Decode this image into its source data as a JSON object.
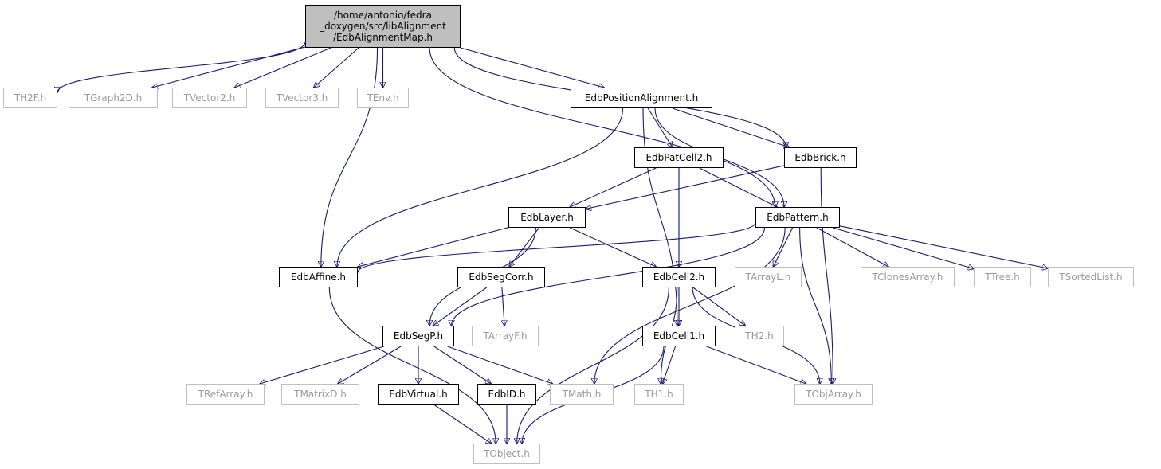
{
  "diagram": {
    "root": "/home/antonio/fedra_doxygen/src/libAlignment/EdbAlignmentMap.h",
    "colors": {
      "edge": "#191970",
      "root_fill": "#bfbfbf",
      "external_border": "#bfbfbf",
      "external_text": "#9a9a9a"
    },
    "nodes": {
      "root": {
        "lines": [
          "/home/antonio/fedra",
          "_doxygen/src/libAlignment",
          "/EdbAlignmentMap.h"
        ]
      },
      "th2f": "TH2F.h",
      "tgraph2d": "TGraph2D.h",
      "tvector2": "TVector2.h",
      "tvector3": "TVector3.h",
      "tenv": "TEnv.h",
      "edbpositionalignment": "EdbPositionAlignment.h",
      "edbpatcell2": "EdbPatCell2.h",
      "edbbrick": "EdbBrick.h",
      "edblayer": "EdbLayer.h",
      "edbpattern": "EdbPattern.h",
      "edbaffine": "EdbAffine.h",
      "edbsegcorr": "EdbSegCorr.h",
      "edbcell2": "EdbCell2.h",
      "tarrayl": "TArrayL.h",
      "tclonesarray": "TClonesArray.h",
      "ttree": "TTree.h",
      "tsortedlist": "TSortedList.h",
      "edbsegp": "EdbSegP.h",
      "tarrayf": "TArrayF.h",
      "edbcell1": "EdbCell1.h",
      "th2": "TH2.h",
      "trefarray": "TRefArray.h",
      "tmatrixd": "TMatrixD.h",
      "edbvirtual": "EdbVirtual.h",
      "edbid": "EdbID.h",
      "tmath": "TMath.h",
      "th1": "TH1.h",
      "tobjarray": "TObjArray.h",
      "tobject": "TObject.h"
    },
    "edges": [
      [
        "root",
        "th2f"
      ],
      [
        "root",
        "tgraph2d"
      ],
      [
        "root",
        "tvector2"
      ],
      [
        "root",
        "tvector3"
      ],
      [
        "root",
        "tenv"
      ],
      [
        "root",
        "edbaffine"
      ],
      [
        "root",
        "edbpositionalignment"
      ],
      [
        "root",
        "edbbrick"
      ],
      [
        "root",
        "edbpattern"
      ],
      [
        "edbpositionalignment",
        "edbpatcell2"
      ],
      [
        "edbpositionalignment",
        "edbbrick"
      ],
      [
        "edbpositionalignment",
        "edbpattern"
      ],
      [
        "edbpositionalignment",
        "edbaffine"
      ],
      [
        "edbpositionalignment",
        "edbcell1"
      ],
      [
        "edbpatcell2",
        "edblayer"
      ],
      [
        "edbpatcell2",
        "edbpattern"
      ],
      [
        "edbpatcell2",
        "edbcell2"
      ],
      [
        "edbbrick",
        "edblayer"
      ],
      [
        "edbbrick",
        "tobjarray"
      ],
      [
        "edblayer",
        "edbaffine"
      ],
      [
        "edblayer",
        "edbsegcorr"
      ],
      [
        "edblayer",
        "edbcell2"
      ],
      [
        "edblayer",
        "edbsegp"
      ],
      [
        "edbpattern",
        "edbaffine"
      ],
      [
        "edbpattern",
        "edbsegp"
      ],
      [
        "edbpattern",
        "tmath"
      ],
      [
        "edbpattern",
        "tarrayl"
      ],
      [
        "edbpattern",
        "tclonesarray"
      ],
      [
        "edbpattern",
        "ttree"
      ],
      [
        "edbpattern",
        "tsortedlist"
      ],
      [
        "edbpattern",
        "tobjarray"
      ],
      [
        "edbaffine",
        "tobject"
      ],
      [
        "edbsegcorr",
        "edbsegp"
      ],
      [
        "edbsegcorr",
        "tarrayf"
      ],
      [
        "edbcell2",
        "edbcell1"
      ],
      [
        "edbcell2",
        "th2"
      ],
      [
        "edbcell2",
        "th1"
      ],
      [
        "edbcell2",
        "tobjarray"
      ],
      [
        "edbcell2",
        "tobject"
      ],
      [
        "edbcell1",
        "th1"
      ],
      [
        "edbcell1",
        "tobjarray"
      ],
      [
        "edbcell1",
        "tobject"
      ],
      [
        "edbsegp",
        "trefarray"
      ],
      [
        "edbsegp",
        "tmatrixd"
      ],
      [
        "edbsegp",
        "edbvirtual"
      ],
      [
        "edbsegp",
        "edbid"
      ],
      [
        "edbsegp",
        "tmath"
      ],
      [
        "edbvirtual",
        "tobject"
      ],
      [
        "edbid",
        "tobject"
      ]
    ]
  }
}
